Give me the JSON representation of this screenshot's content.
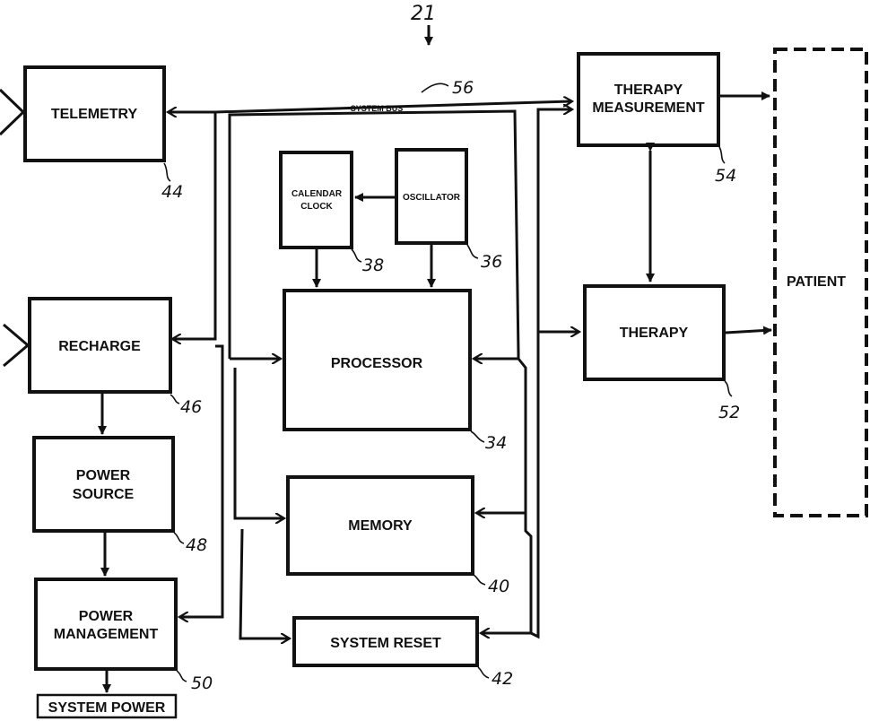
{
  "figure_number": "21",
  "bus": {
    "label": "SYSTEM BUS",
    "ref": "56"
  },
  "blocks": {
    "telemetry": {
      "label": "TELEMETRY",
      "ref": "44"
    },
    "recharge": {
      "label": "RECHARGE",
      "ref": "46"
    },
    "power_source": {
      "line1": "POWER",
      "line2": "SOURCE",
      "ref": "48"
    },
    "power_management": {
      "line1": "POWER",
      "line2": "MANAGEMENT",
      "ref": "50"
    },
    "system_power": {
      "label": "SYSTEM POWER"
    },
    "calendar_clock": {
      "line1": "CALENDAR",
      "line2": "CLOCK",
      "ref": "38"
    },
    "oscillator": {
      "label": "OSCILLATOR",
      "ref": "36"
    },
    "processor": {
      "label": "PROCESSOR",
      "ref": "34"
    },
    "memory": {
      "label": "MEMORY",
      "ref": "40"
    },
    "system_reset": {
      "label": "SYSTEM RESET",
      "ref": "42"
    },
    "therapy_measurement": {
      "line1": "THERAPY",
      "line2": "MEASUREMENT",
      "ref": "54"
    },
    "therapy": {
      "label": "THERAPY",
      "ref": "52"
    },
    "patient": {
      "label": "PATIENT"
    }
  },
  "colors": {
    "ink": "#111111",
    "paper": "#ffffff"
  }
}
